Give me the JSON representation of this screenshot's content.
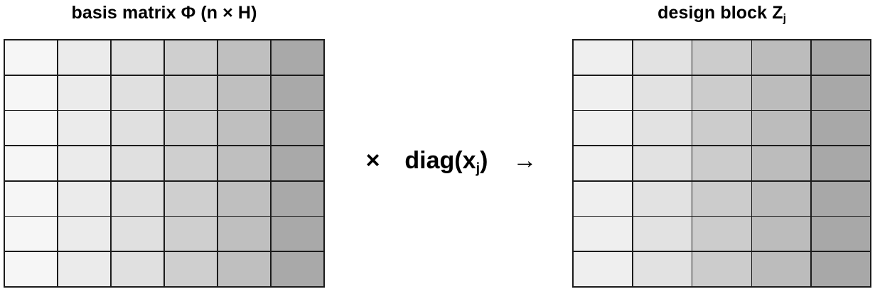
{
  "figure": {
    "background": "#ffffff",
    "grid_line_color": "#1b1b1b",
    "text_color": "#000000"
  },
  "left_panel": {
    "title_prefix": "basis matrix ",
    "title_symbol": "Φ",
    "title_dims": " (n × H)",
    "title_full": "basis matrix Φ (n × H)",
    "rows": 7,
    "cols": 6,
    "column_colors": [
      "#f6f6f6",
      "#ebebeb",
      "#e0e0e0",
      "#cfcfcf",
      "#bfbfbf",
      "#a9a9a9"
    ]
  },
  "operator": {
    "times_symbol": "×",
    "function_label": "diag(x",
    "function_subscript": "j",
    "function_close": ")",
    "arrow_symbol": "→",
    "full_text": "×  diag(xⱼ)  →"
  },
  "right_panel": {
    "title_prefix": "design block ",
    "title_symbol": "Z",
    "title_subscript": "j",
    "title_full": "design block Zⱼ",
    "rows": 7,
    "cols": 5,
    "column_colors": [
      "#efefef",
      "#e2e2e2",
      "#cccccc",
      "#bcbcbc",
      "#a8a8a8"
    ]
  },
  "chart_data": {
    "type": "heatmap",
    "title": "basis matrix Φ (n × H)  × diag(xⱼ) → design block Zⱼ",
    "panels": [
      {
        "name": "basis matrix Φ (n × H)",
        "rows": 7,
        "cols": 6,
        "column_intensity": [
          0.965,
          0.922,
          0.878,
          0.812,
          0.749,
          0.663
        ],
        "note": "each column uniform in value; intensity decreases left to right"
      },
      {
        "name": "design block Zⱼ",
        "rows": 7,
        "cols": 5,
        "column_intensity": [
          0.937,
          0.886,
          0.8,
          0.737,
          0.659
        ],
        "note": "each column uniform in value; intensity decreases left to right"
      }
    ],
    "grid": true,
    "legend": "none"
  }
}
